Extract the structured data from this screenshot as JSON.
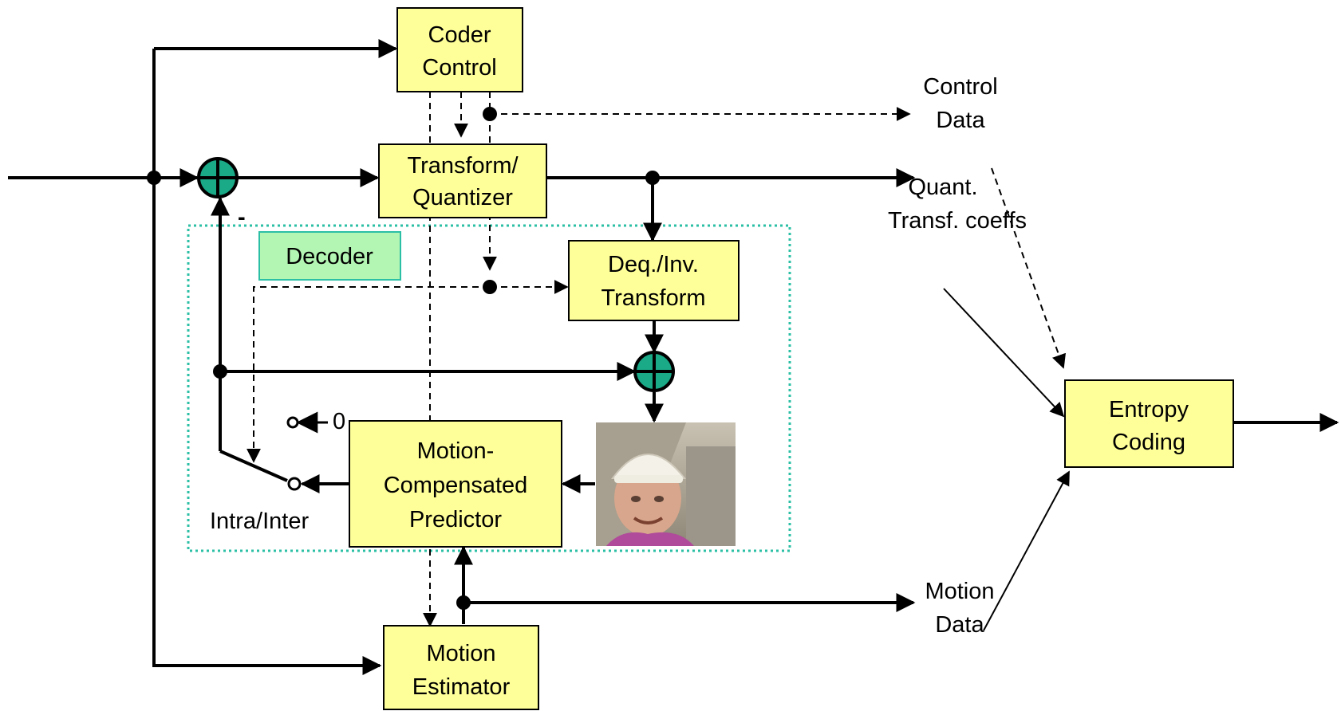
{
  "blocks": {
    "coder_control": [
      "Coder",
      "Control"
    ],
    "transform_quantizer": [
      "Transform/",
      "Quantizer"
    ],
    "decoder": "Decoder",
    "deq_inv_transform": [
      "Deq./Inv.",
      "Transform"
    ],
    "motion_compensated_predictor": [
      "Motion-",
      "Compensated",
      "Predictor"
    ],
    "motion_estimator": [
      "Motion",
      "Estimator"
    ],
    "entropy_coding": [
      "Entropy",
      "Coding"
    ]
  },
  "labels": {
    "control_data": [
      "Control",
      "Data"
    ],
    "quant_transf_coeffs": [
      "Quant.",
      "Transf. coeffs"
    ],
    "motion_data": [
      "Motion",
      "Data"
    ],
    "intra_inter": "Intra/Inter",
    "zero": "0",
    "minus_sign": "-"
  },
  "colors": {
    "block_fill": "#ffff99",
    "decoder_fill": "#b3f5b3",
    "adder_fill": "#1aaa88",
    "decoder_region_border": "#2bbfa5"
  },
  "icons": {
    "adder": "circle-plus-icon",
    "reference_frame": "video-frame-thumbnail"
  }
}
